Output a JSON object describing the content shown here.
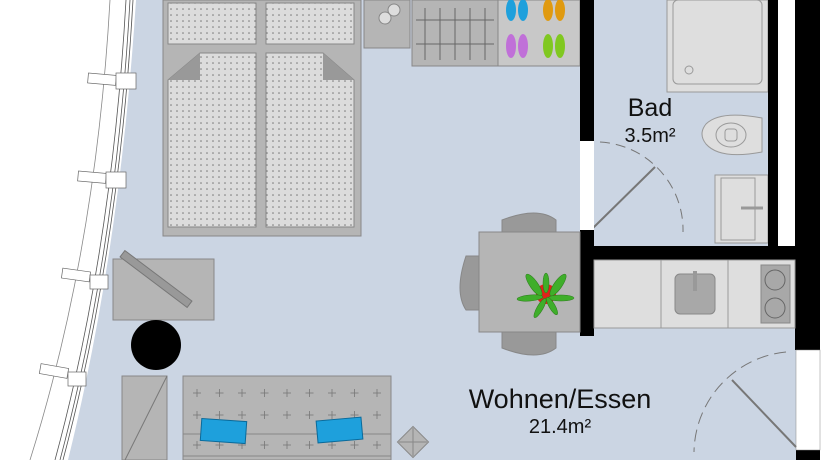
{
  "rooms": {
    "bad": {
      "name": "Bad",
      "area": "3.5m²"
    },
    "wohnen": {
      "name": "Wohnen/Essen",
      "area": "21.4m²"
    }
  },
  "colors": {
    "floor": "#cbd5e3",
    "wall": "#000000",
    "furniture": "#b5b5b5",
    "fixture": "#dedede",
    "accent_blue": "#1ea0dc",
    "plant_green": "#3fae2a",
    "pot_red": "#e0221a"
  }
}
